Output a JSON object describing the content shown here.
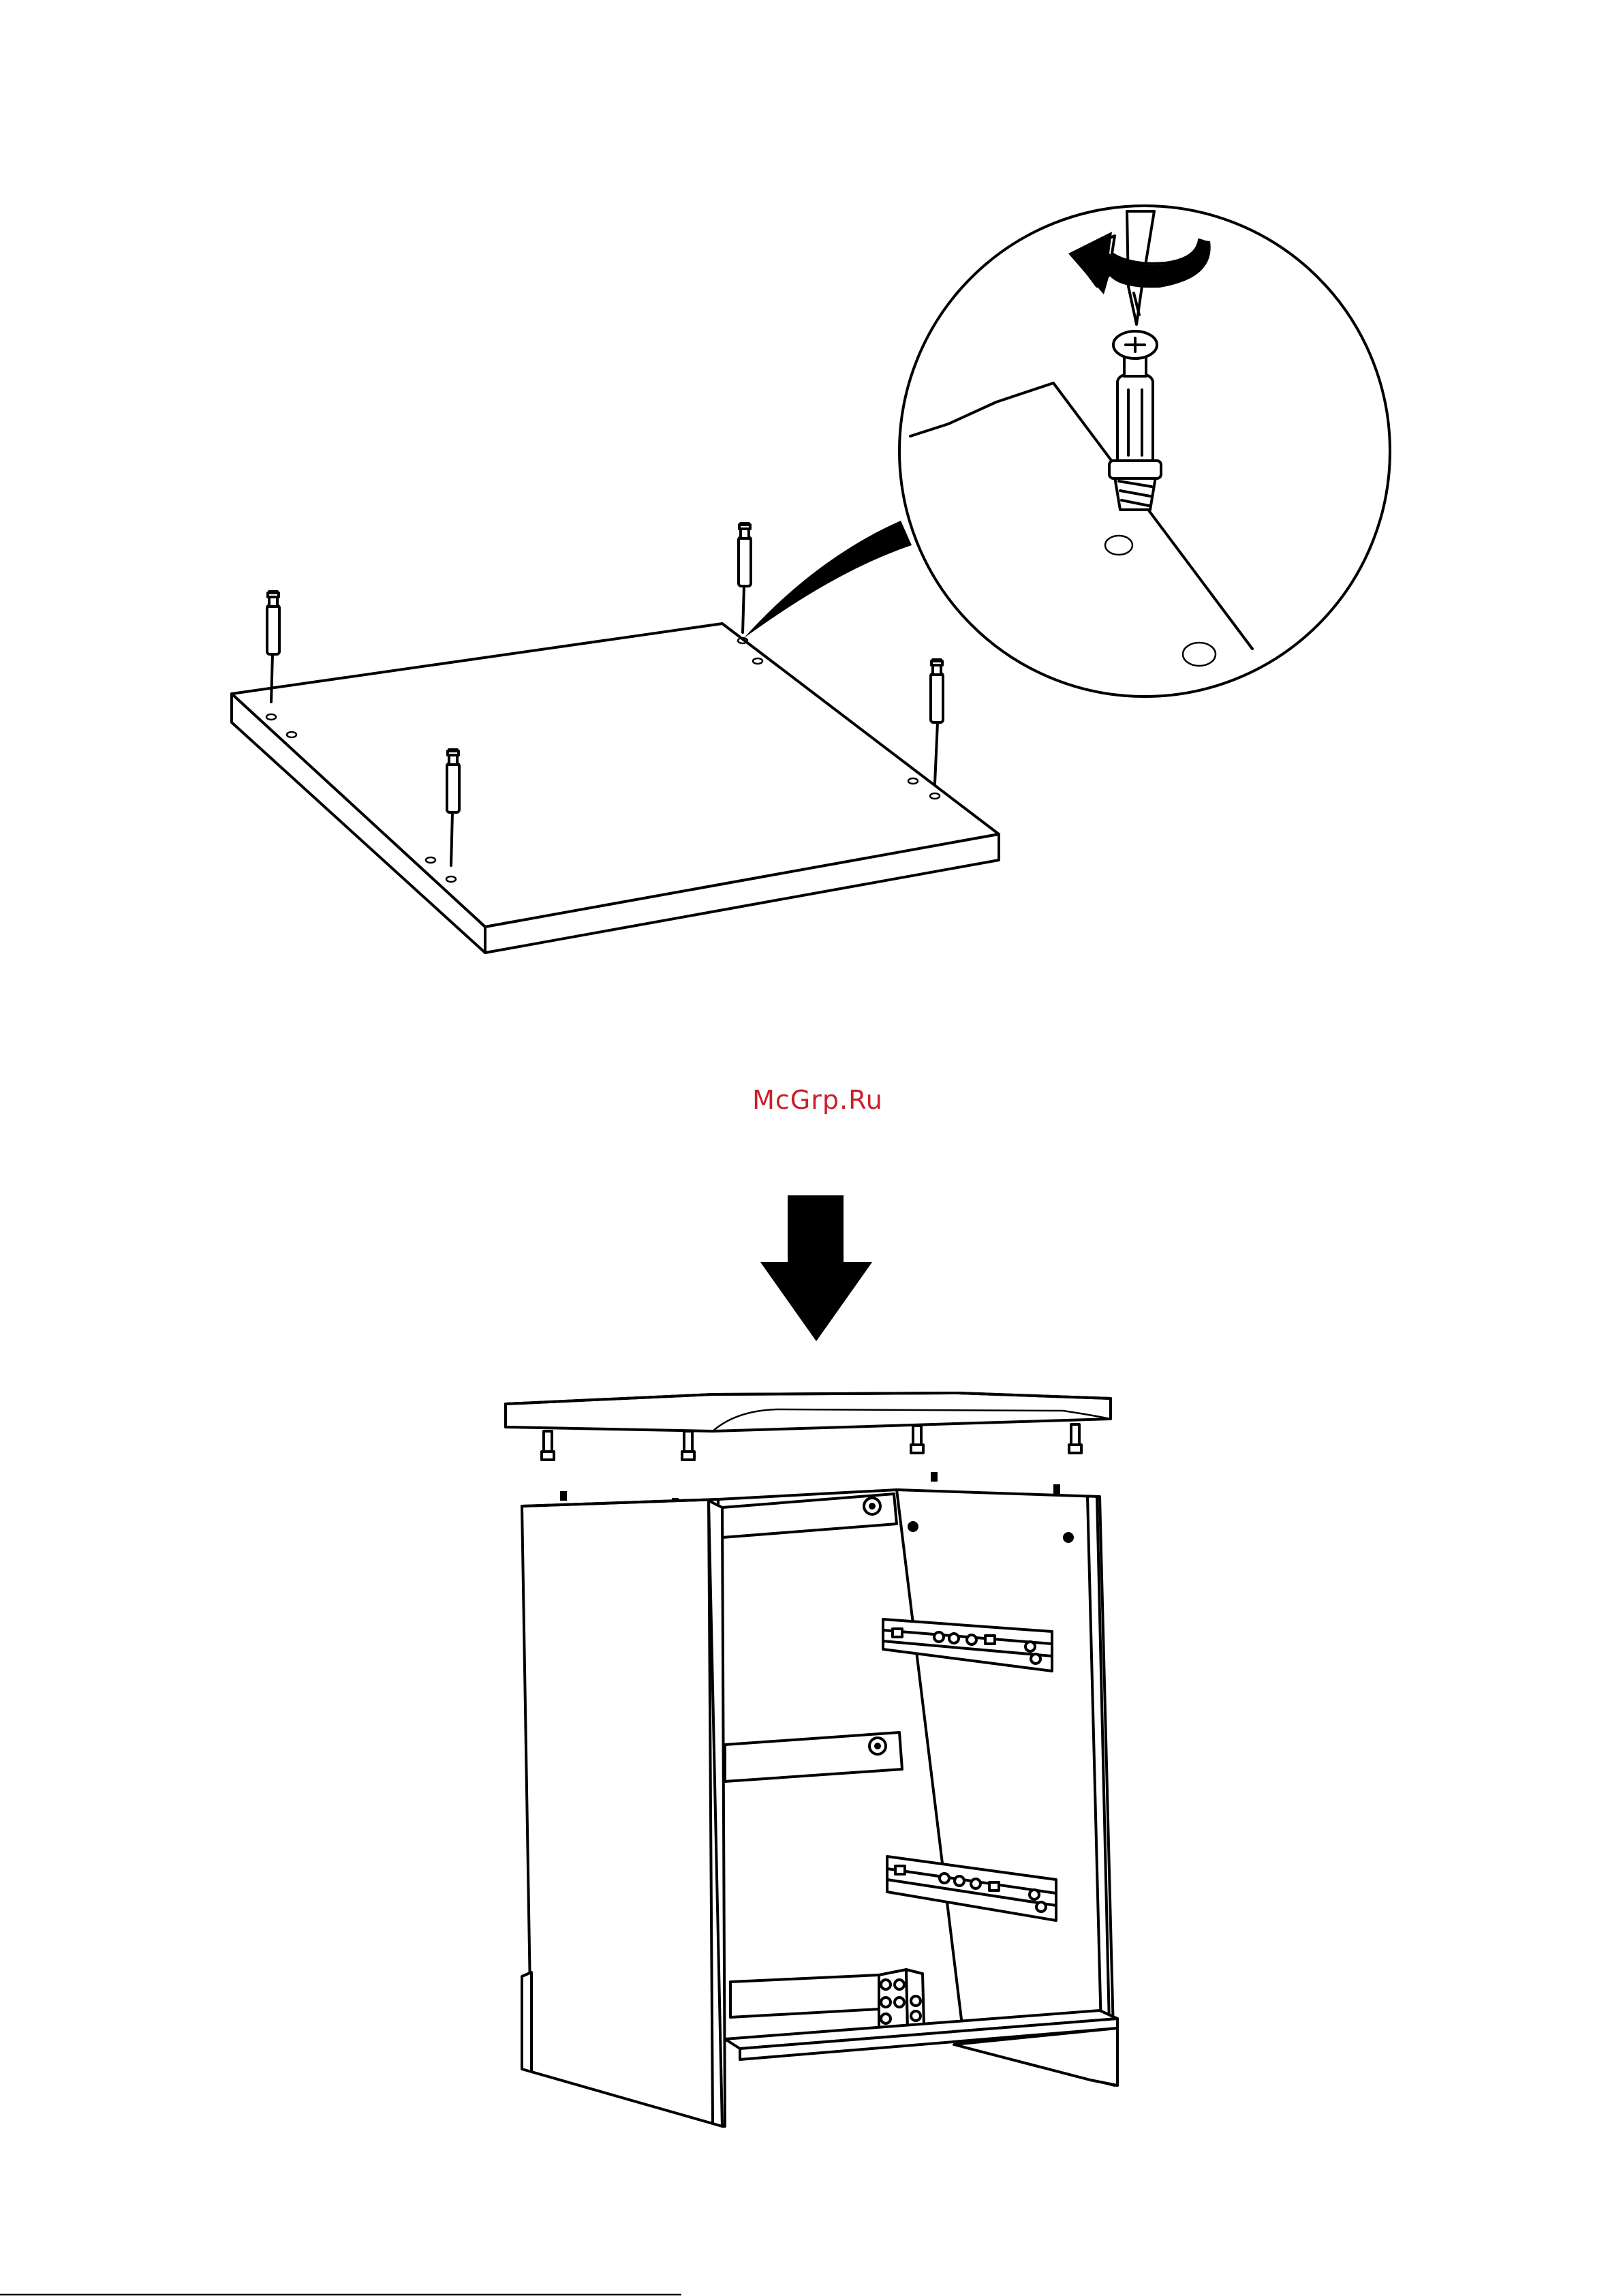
{
  "watermark": {
    "text": "McGrp.Ru"
  },
  "colors": {
    "line": "#000000",
    "background": "#ffffff",
    "watermark": "#c8202a"
  },
  "steps": [
    {
      "name": "insert-dowels-into-top-panel",
      "dowel_count": 4,
      "rotation_arrow": "counter-clockwise"
    },
    {
      "name": "lower-top-panel-onto-frame",
      "direction_arrow": "down",
      "drawer_runners": 2
    }
  ]
}
